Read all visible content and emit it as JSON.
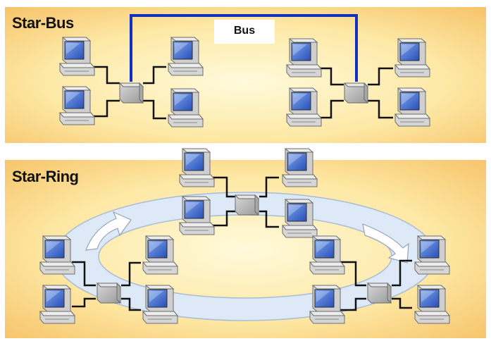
{
  "panels": {
    "star_bus": {
      "title": "Star-Bus",
      "bus_label": "Bus"
    },
    "star_ring": {
      "title": "Star-Ring"
    }
  },
  "colors": {
    "bus_line": "#1030c0",
    "panel_edge": "#f6c56e",
    "panel_center": "#fff8cc",
    "ring_fill": "#dde9f6",
    "link": "#111111",
    "hub": "#bdbdbd"
  },
  "icons": [
    "computer-icon",
    "hub-icon",
    "arrow-icon"
  ]
}
